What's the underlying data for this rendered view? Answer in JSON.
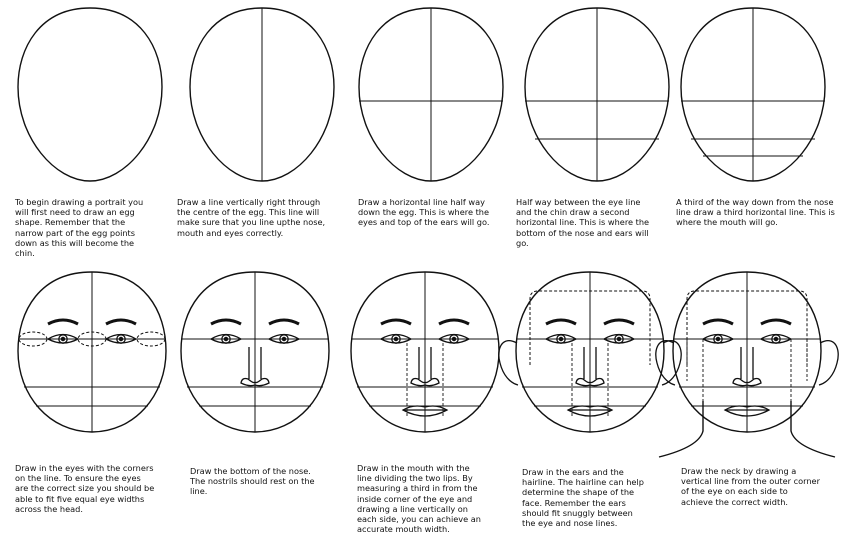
{
  "steps": [
    {
      "text": "To begin drawing a portrait you will first need to draw an egg shape. Remember that the narrow part of the egg points down as this will become the chin."
    },
    {
      "text": "Draw a line vertically right through the centre of the egg. This line will make sure that you line upthe nose, mouth and eyes correctly."
    },
    {
      "text": "Draw a horizontal line half way down the egg. This is where the eyes and top of the ears will go."
    },
    {
      "text": "Half way between the eye line and the chin draw a second horizontal line. This is where the bottom of the nose and ears will go."
    },
    {
      "text": "A third of the way down from the nose line draw a third horizontal line. This is where the mouth will go."
    },
    {
      "text": "Draw in the eyes with the corners on the line. To ensure the eyes are the correct size you should be able to fit five equal eye widths across the head."
    },
    {
      "text": "Draw the bottom of the nose. The nostrils should rest on the line."
    },
    {
      "text": "Draw in the mouth with the line dividing the two lips. By measuring a third in from the inside corner of the eye and drawing a line vertically on each side, you can achieve an accurate mouth width."
    },
    {
      "text": "Draw in the ears and the hairline. The hairline can help determine the shape of the face. Remember the ears should fit snuggly between the eye and nose lines."
    },
    {
      "text": "Draw the neck by drawing a vertical line from the outer corner of the eye on each side to achieve the correct width."
    }
  ]
}
